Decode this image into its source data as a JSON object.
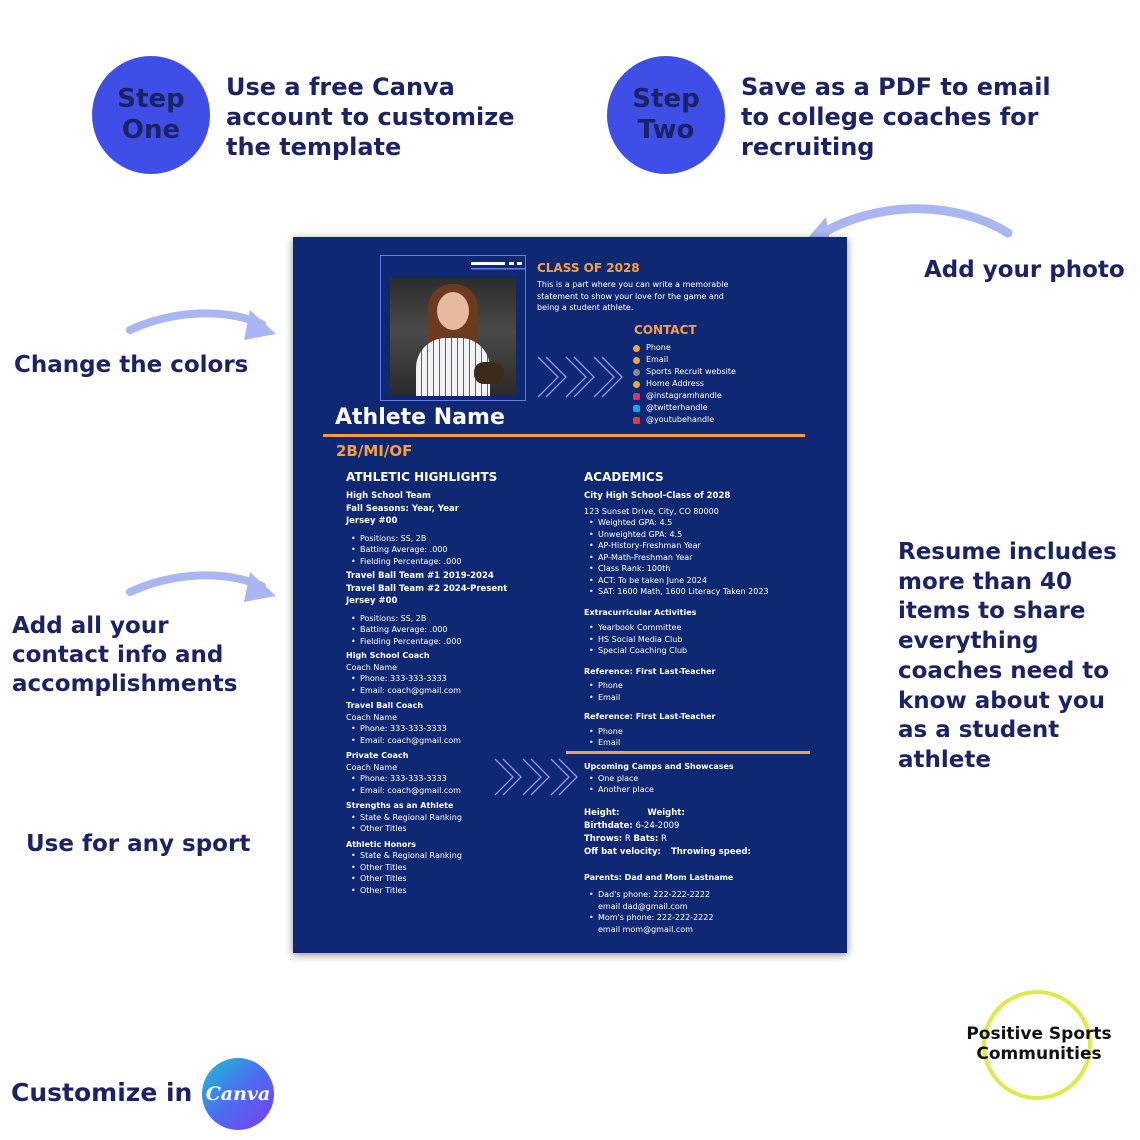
{
  "steps": [
    {
      "circle_line1": "Step",
      "circle_line2": "One",
      "text_line1": "Use a free Canva",
      "text_line2": "account to customize",
      "text_line3": "the template"
    },
    {
      "circle_line1": "Step",
      "circle_line2": "Two",
      "text_line1": "Save as a PDF to email",
      "text_line2": "to college coaches for",
      "text_line3": "recruiting"
    }
  ],
  "callouts": {
    "add_photo": "Add your photo",
    "change_colors": "Change the colors",
    "contact_line1": "Add all your",
    "contact_line2": "contact info and",
    "contact_line3": "accomplishments",
    "any_sport": "Use for any sport",
    "includes_lines": [
      "Resume includes",
      "more than 40",
      "items to share",
      "everything",
      "coaches need to",
      "know about you",
      "as a student",
      "athlete"
    ]
  },
  "footer": {
    "customize": "Customize in",
    "canva": "Canva",
    "brand_line1": "Positive Sports",
    "brand_line2": "Communities"
  },
  "colors": {
    "navy_text": "#1b2366",
    "step_circle": "#3f4ee6",
    "resume_bg": "#0f2874",
    "orange": "#f5a142",
    "arrow": "#a9b6f2",
    "ring": "#dfe94a"
  },
  "resume": {
    "class_of": "CLASS OF 2028",
    "statement": [
      "This is a part where you can write a memorable",
      "statement to show your love for the game and",
      "being a student athlete."
    ],
    "contact_title": "CONTACT",
    "contacts": [
      {
        "icon": "phone-icon",
        "color": "#f5a142",
        "label": "Phone"
      },
      {
        "icon": "email-icon",
        "color": "#f5a142",
        "label": "Email"
      },
      {
        "icon": "website-icon",
        "color": "#8a8a8a",
        "label": "Sports Recruit website"
      },
      {
        "icon": "home-icon",
        "color": "#f5a142",
        "label": "Home Address"
      },
      {
        "icon": "instagram-icon",
        "color": "#d6336c",
        "label": "@instagramhandle"
      },
      {
        "icon": "twitter-icon",
        "color": "#1da1f2",
        "label": "@twitterhandle"
      },
      {
        "icon": "youtube-icon",
        "color": "#e53935",
        "label": "@youtubehandle"
      }
    ],
    "name": "Athlete Name",
    "positions": "2B/MI/OF",
    "left": {
      "title": "ATHLETIC HIGHLIGHTS",
      "hs_team": "High School Team",
      "fall": "Fall Seasons: Year, Year",
      "jersey1": "Jersey #00",
      "hs_items": [
        "Positions: SS, 2B",
        "Batting Average:  .000",
        "Fielding Percentage: .000"
      ],
      "travel1": "Travel Ball Team #1 2019-2024",
      "travel2": "Travel Ball Team #2 2024-Present",
      "jersey2": "Jersey #00",
      "travel_items": [
        "Positions: SS, 2B",
        "Batting Average: .000",
        "Fielding Percentage: .000"
      ],
      "hs_coach": "High School Coach",
      "coach_name1": "Coach Name",
      "hs_coach_items": [
        "Phone: 333-333-3333",
        "Email: coach@gmail.com"
      ],
      "tb_coach": "Travel Ball Coach",
      "coach_name2": "Coach Name",
      "tb_coach_items": [
        "Phone: 333-333-3333",
        "Email: coach@gmail.com"
      ],
      "pv_coach": "Private Coach",
      "coach_name3": "Coach Name",
      "pv_coach_items": [
        "Phone: 333-333-3333",
        "Email: coach@gmail.com"
      ],
      "strengths": "Strengths as an Athlete",
      "strength_items": [
        "State & Regional Ranking",
        "Other Titles"
      ],
      "honors": "Athletic Honors",
      "honor_items": [
        "State & Regional Ranking",
        "Other Titles",
        "Other Titles",
        "Other Titles"
      ]
    },
    "right": {
      "title": "ACADEMICS",
      "school": "City High School-Class of 2028",
      "address": "123 Sunset Drive, City, CO 80000",
      "academic_items": [
        "Weighted GPA: 4.5",
        "Unweighted GPA: 4.5",
        "AP-History-Freshman Year",
        "AP-Math-Freshman Year",
        "Class Rank: 100th",
        "ACT: To be taken June 2024",
        "SAT: 1600 Math, 1600 Literacy Taken 2023"
      ],
      "extra": "Extracurricular Activities",
      "extra_items": [
        "Yearbook Committee",
        "HS Social Media Club",
        "Special Coaching Club"
      ],
      "ref1": "Reference: First Last-Teacher",
      "ref1_items": [
        "Phone",
        "Email"
      ],
      "ref2": "Reference: First Last-Teacher",
      "ref2_items": [
        "Phone",
        "Email"
      ],
      "camps": "Upcoming Camps and Showcases",
      "camp_items": [
        "One place",
        "Another place"
      ],
      "height_label": "Height:",
      "weight_label": "Weight:",
      "birthdate_label": "Birthdate:",
      "birthdate": " 6-24-2009",
      "throws_label": "Throws:",
      "throws": " R ",
      "bats_label": "Bats:",
      "bats": " R",
      "offbat_label": "Off bat velocity:",
      "throwing_label": "Throwing speed:",
      "parents": "Parents: Dad and Mom Lastname",
      "parent_items": [
        [
          "Dad's phone: 222-222-2222",
          "email dad@gmail.com"
        ],
        [
          "Mom's phone: 222-222-2222",
          "email mom@gmail.com"
        ]
      ]
    }
  }
}
